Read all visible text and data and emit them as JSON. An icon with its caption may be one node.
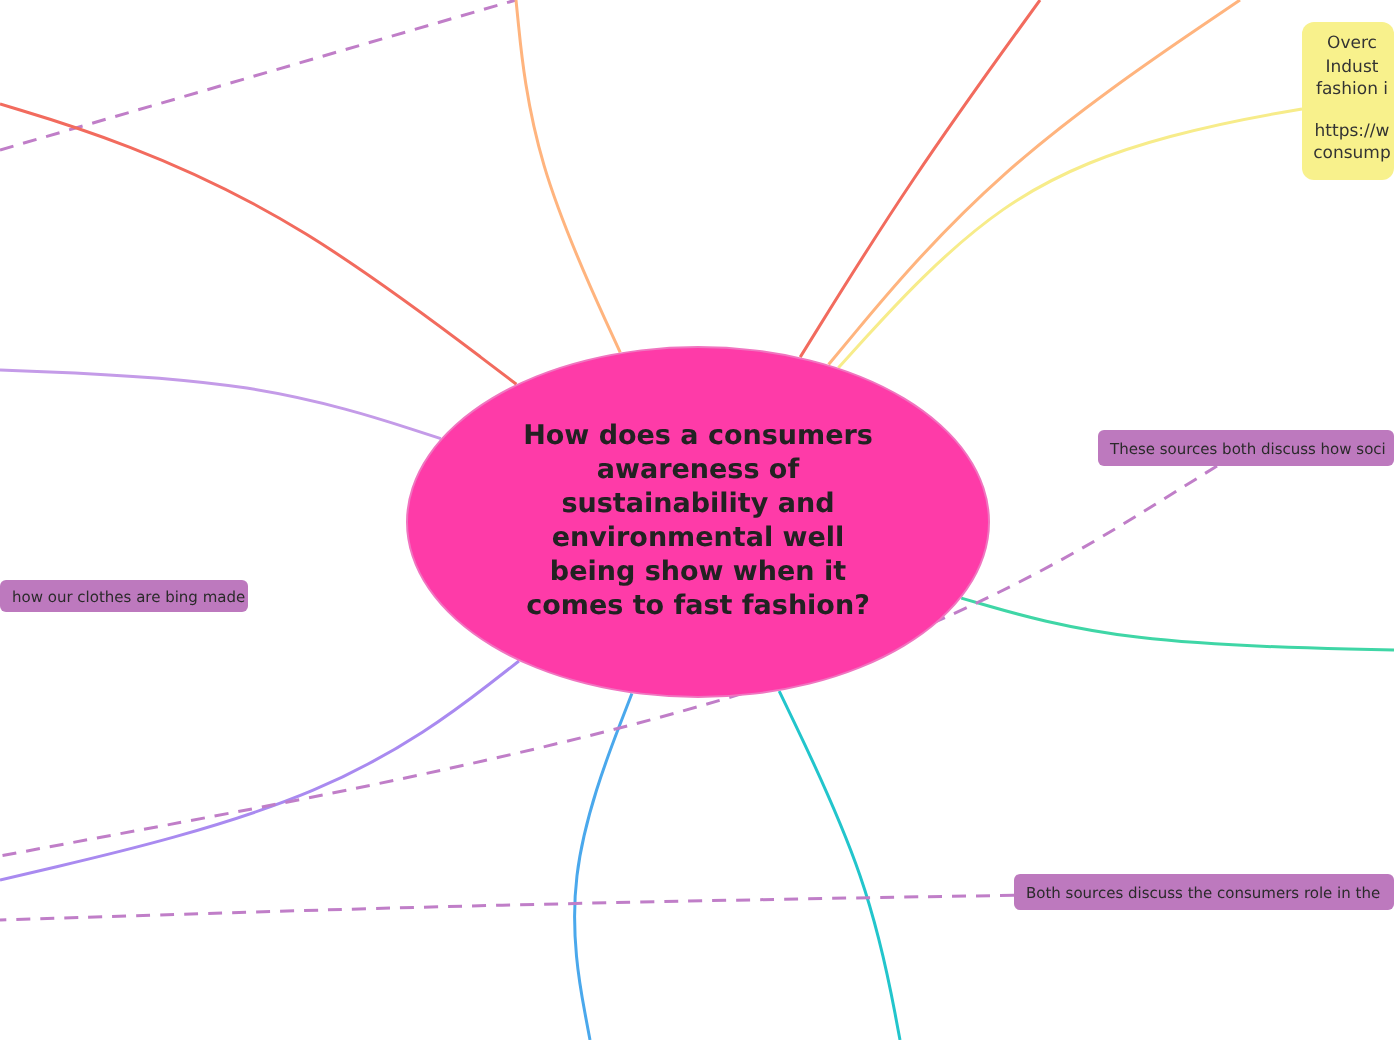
{
  "diagram": {
    "nodes": [
      {
        "text": [
          "How does a consumers awareness of sustainability and environmental well being show when it comes to fast fashion?"
        ]
      },
      {
        "text": [
          "Overc Indust fashion i",
          "https://w consump"
        ]
      },
      {
        "text": [
          "These sources both discuss how soci"
        ]
      },
      {
        "text": [
          "how our clothes are bing made"
        ]
      },
      {
        "text": [
          "Both sources discuss the consumers role in the"
        ]
      }
    ],
    "edges": [
      {
        "from": 0,
        "to": null,
        "arrow": "none",
        "color": "#f26b5e"
      },
      {
        "from": 0,
        "to": null,
        "arrow": "none",
        "color": "#ffb47e"
      },
      {
        "from": 0,
        "to": null,
        "arrow": "none",
        "color": "#f26b5e"
      },
      {
        "from": 0,
        "to": null,
        "arrow": "none",
        "color": "#ffb47e"
      },
      {
        "from": 0,
        "to": 1,
        "arrow": "none",
        "color": "#f7ec8a"
      },
      {
        "from": 0,
        "to": null,
        "arrow": "none",
        "color": "#c49be8"
      },
      {
        "from": 0,
        "to": null,
        "arrow": "none",
        "color": "#a98af0"
      },
      {
        "from": 0,
        "to": null,
        "arrow": "none",
        "color": "#4aa8ec"
      },
      {
        "from": 0,
        "to": null,
        "arrow": "none",
        "color": "#22c5cc"
      },
      {
        "from": 0,
        "to": null,
        "arrow": "none",
        "color": "#3fd6a6"
      },
      {
        "from": 2,
        "to": null,
        "arrow": "none",
        "style": "dashed",
        "color": "#c07ec8"
      },
      {
        "from": 4,
        "to": null,
        "arrow": "none",
        "style": "dashed",
        "color": "#c07ec8"
      }
    ]
  }
}
